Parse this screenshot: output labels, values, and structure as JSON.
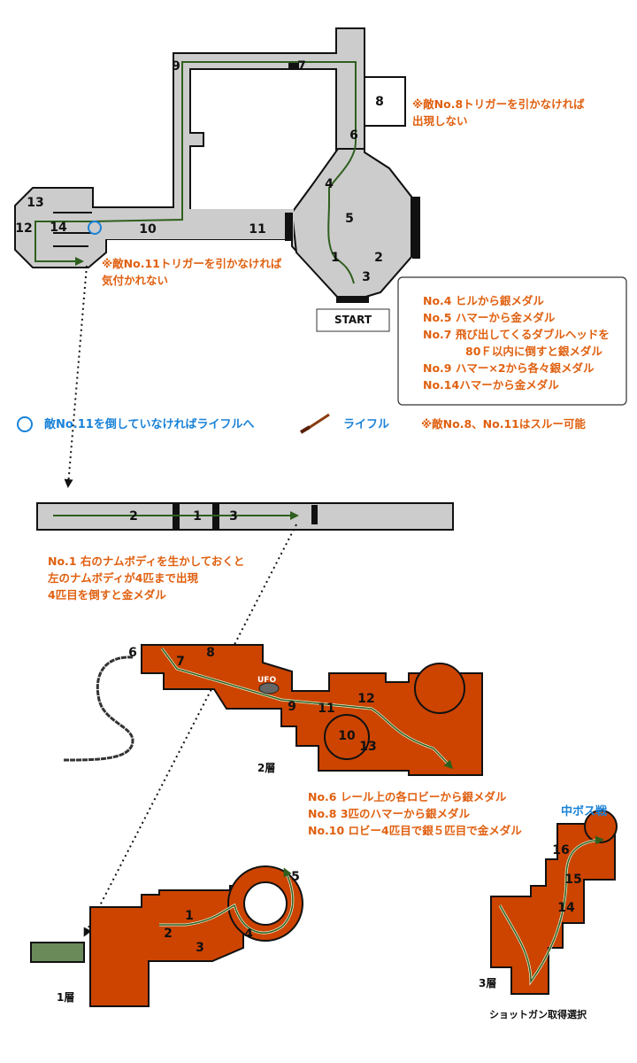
{
  "start_label": "START",
  "ufo_label": "UFO",
  "floor_labels": {
    "f2": "2層",
    "f1": "1層",
    "f3": "3層"
  },
  "notes": {
    "enemy8": [
      "※敵No.8トリガーを引かなければ",
      "出現しない"
    ],
    "enemy11": [
      "※敵No.11トリガーを引かなければ",
      "気付かれない"
    ],
    "medal_box": [
      "No.4 ヒルから銀メダル",
      "No.5 ハマーから金メダル",
      "No.7 飛び出してくるダブルヘッドを",
      "80Ｆ以内に倒すと銀メダル",
      "No.9 ハマー×2から各々銀メダル",
      "No.14ハマーから金メダル"
    ],
    "legend_circle": "①",
    "legend_rifle_route": "敵No.11を倒していなければライフルへ",
    "legend_rifle": "ライフル",
    "skip_note": "※敵No.8、No.11はスルー可能",
    "rifle_area": [
      "No.1 右のナムボディを生かしておくと",
      "左のナムボディが4匹まで出現",
      "4匹目を倒すと金メダル"
    ],
    "floor2": [
      "No.6 レール上の各ロビーから銀メダル",
      "No.8 3匹のハマーから銀メダル",
      "No.10 ロビー4匹目で銀５匹目で金メダル"
    ],
    "midboss": "中ボス戦",
    "shotgun": "ショットガン取得選択"
  },
  "markers": {
    "top": [
      "1",
      "2",
      "3",
      "4",
      "5",
      "6",
      "7",
      "8",
      "9",
      "10",
      "11",
      "12",
      "13",
      "14"
    ],
    "rifle": [
      "2",
      "1",
      "3"
    ],
    "floor2": [
      "6",
      "7",
      "8",
      "9",
      "11",
      "12",
      "10",
      "13"
    ],
    "floor1": [
      "1",
      "2",
      "3",
      "4",
      "5"
    ],
    "floor3": [
      "16",
      "15",
      "14"
    ]
  },
  "colors": {
    "route": "#2f5f1e",
    "orange_text": "#e06010",
    "blue_text": "#1a82d8",
    "floor_fill": "#cc4400",
    "map_gray": "#cccccc"
  },
  "icons": [
    "enemy-marker-icon",
    "rifle-icon",
    "ufo-icon",
    "route-arrow-icon"
  ]
}
